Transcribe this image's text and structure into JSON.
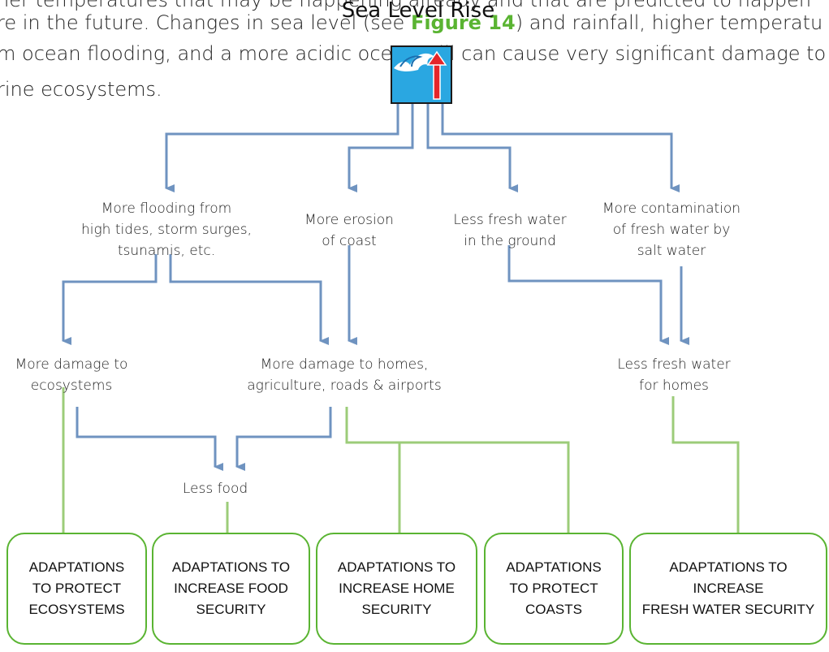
{
  "background_text": {
    "line1": "her temperatures that may be happening already and that are predicted to happen",
    "line2_pre": "re in the future. Changes in sea level (see ",
    "line2_ref": "Figure 14",
    "line2_post": ") and rainfall, higher temperatu",
    "line3": "m ocean flooding, and a more acidic ocean will can cause very significant damage to",
    "line4": "rine ecosystems."
  },
  "diagram": {
    "title": "Sea Level Rise",
    "icon": "wave-with-up-arrow-icon",
    "colors": {
      "blue_arrow": "#6f93c0",
      "green_arrow": "#9ccc79",
      "box_border": "#5ab432",
      "icon_fill": "#2aa7e1",
      "arrow_red": "#e4262a"
    },
    "effects": {
      "flooding": [
        "More flooding from",
        "high tides, storm surges,",
        "tsunamis, etc."
      ],
      "erosion": [
        "More erosion",
        "of coast"
      ],
      "less_fresh_ground": [
        "Less fresh water",
        "in the ground"
      ],
      "contamination": [
        "More contamination",
        "of fresh water by",
        "salt water"
      ]
    },
    "impacts": {
      "ecosystems": [
        "More damage to",
        "ecosystems"
      ],
      "homes": [
        "More damage to homes,",
        "agriculture, roads & airports"
      ],
      "fresh_homes": [
        "Less fresh water",
        "for homes"
      ],
      "food": [
        "Less food"
      ]
    },
    "adaptations": {
      "ecosystems": [
        "ADAPTATIONS",
        "TO PROTECT",
        "ECOSYSTEMS"
      ],
      "food": [
        "ADAPTATIONS TO",
        "INCREASE FOOD",
        "SECURITY"
      ],
      "home": [
        "ADAPTATIONS TO",
        "INCREASE HOME",
        "SECURITY"
      ],
      "coasts": [
        "ADAPTATIONS",
        "TO PROTECT",
        "COASTS"
      ],
      "water": [
        "ADAPTATIONS TO",
        "INCREASE",
        "FRESH WATER SECURITY"
      ]
    }
  }
}
